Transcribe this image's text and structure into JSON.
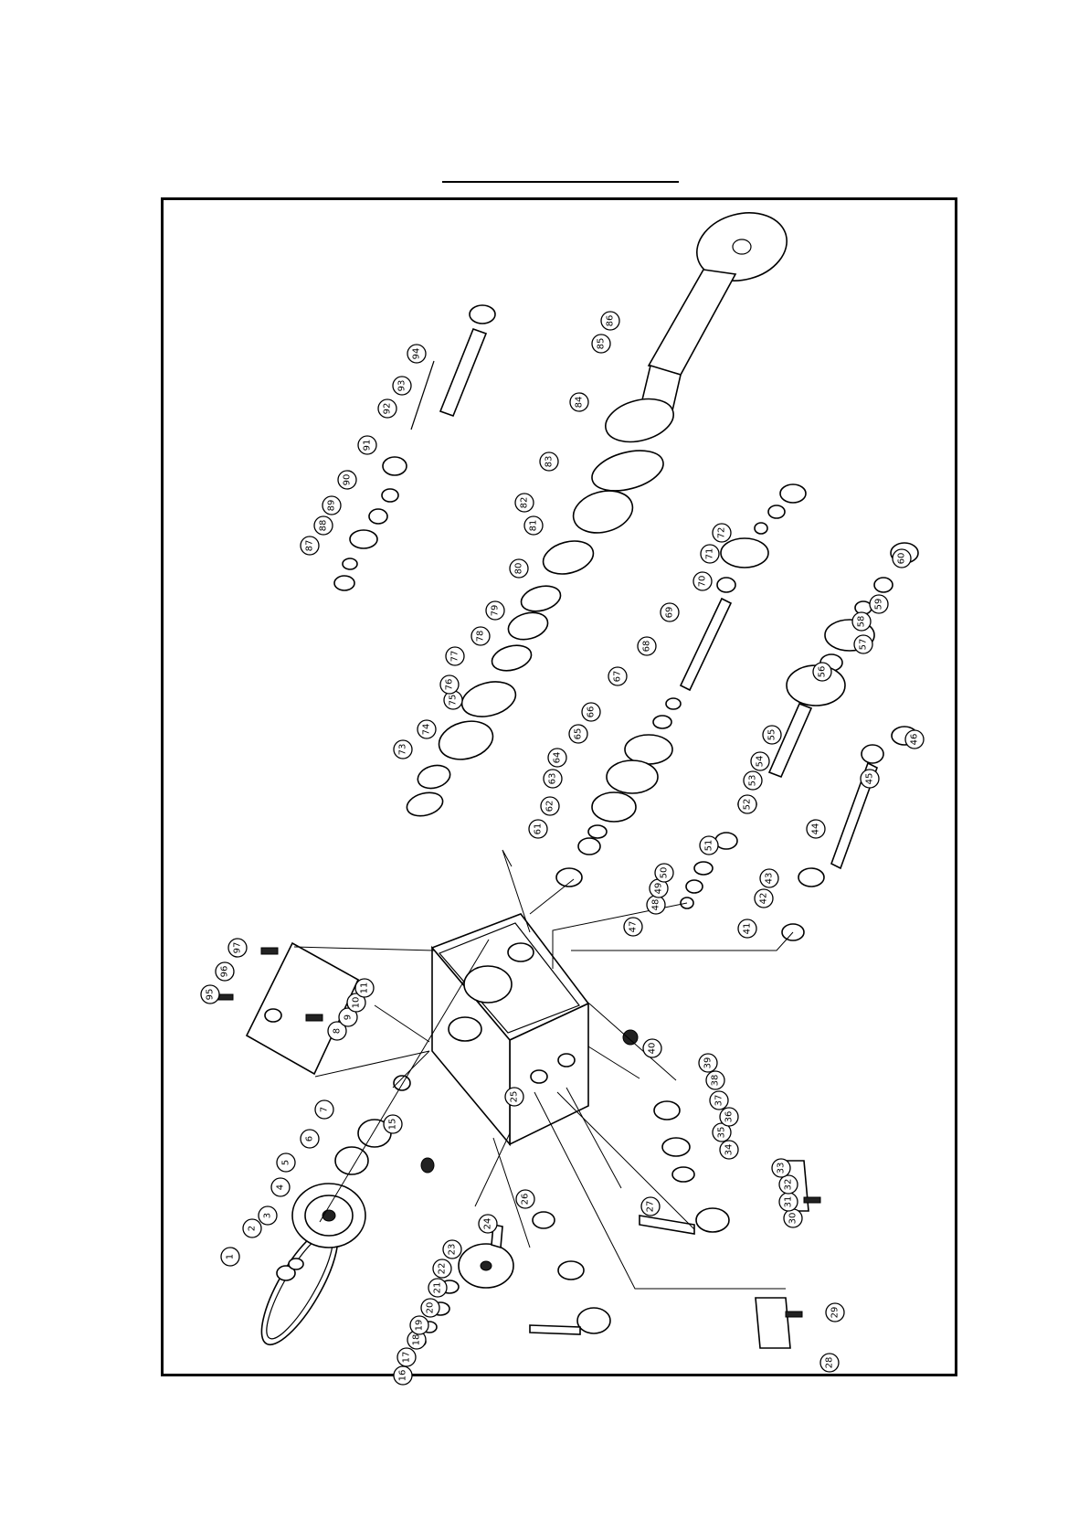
{
  "page": {
    "title": ""
  },
  "callouts": [
    "1",
    "2",
    "3",
    "4",
    "5",
    "6",
    "7",
    "8",
    "9",
    "10",
    "11",
    "15",
    "16",
    "17",
    "18",
    "19",
    "20",
    "21",
    "22",
    "23",
    "24",
    "25",
    "26",
    "27",
    "28",
    "29",
    "30",
    "31",
    "32",
    "33",
    "34",
    "35",
    "36",
    "37",
    "38",
    "39",
    "40",
    "41",
    "42",
    "43",
    "44",
    "45",
    "46",
    "47",
    "48",
    "49",
    "50",
    "51",
    "52",
    "53",
    "54",
    "55",
    "56",
    "57",
    "58",
    "59",
    "60",
    "61",
    "62",
    "63",
    "64",
    "65",
    "66",
    "67",
    "68",
    "69",
    "70",
    "71",
    "72",
    "73",
    "74",
    "75",
    "76",
    "77",
    "78",
    "79",
    "80",
    "81",
    "82",
    "83",
    "84",
    "85",
    "86",
    "87",
    "88",
    "89",
    "90",
    "91",
    "92",
    "93",
    "94",
    "95",
    "96",
    "97"
  ]
}
